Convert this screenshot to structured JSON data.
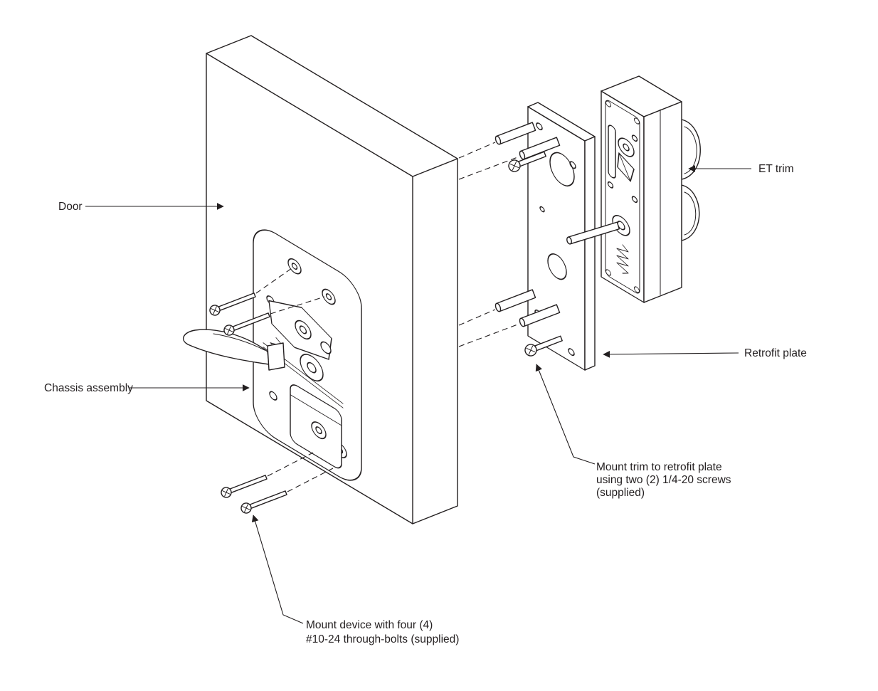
{
  "labels": {
    "door": "Door",
    "chassis_assembly": "Chassis assembly",
    "et_trim": "ET trim",
    "retrofit_plate": "Retrofit plate"
  },
  "annotations": {
    "mount_trim": [
      "Mount trim to retrofit plate",
      "using two (2) 1/4-20 screws",
      "(supplied)"
    ],
    "mount_device": [
      "Mount device with four (4)",
      "#10-24 through-bolts (supplied)"
    ]
  },
  "colors": {
    "line": "#231f20",
    "background": "#ffffff"
  }
}
